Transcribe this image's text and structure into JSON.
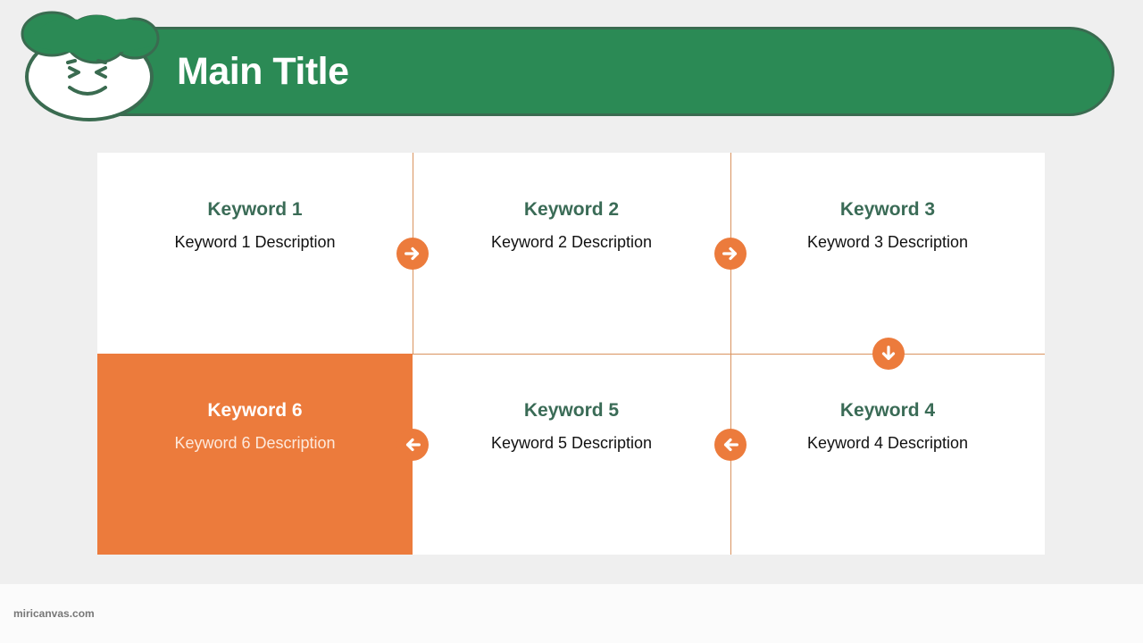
{
  "header": {
    "title": "Main Title",
    "mascot_icon": "smiling-face-mascot-icon",
    "banner_color": "#2b8a55"
  },
  "grid": {
    "cells": [
      {
        "keyword": "Keyword 1",
        "description": "Keyword 1 Description",
        "position": "top-left"
      },
      {
        "keyword": "Keyword 2",
        "description": "Keyword 2 Description",
        "position": "top-middle"
      },
      {
        "keyword": "Keyword 3",
        "description": "Keyword 3 Description",
        "position": "top-right"
      },
      {
        "keyword": "Keyword 4",
        "description": "Keyword 4 Description",
        "position": "bottom-right"
      },
      {
        "keyword": "Keyword 5",
        "description": "Keyword 5 Description",
        "position": "bottom-middle"
      },
      {
        "keyword": "Keyword 6",
        "description": "Keyword 6 Description",
        "position": "bottom-left",
        "highlighted": true
      }
    ],
    "arrows": [
      {
        "icon": "arrow-right-icon",
        "from": "Keyword 1",
        "to": "Keyword 2"
      },
      {
        "icon": "arrow-right-icon",
        "from": "Keyword 2",
        "to": "Keyword 3"
      },
      {
        "icon": "arrow-down-icon",
        "from": "Keyword 3",
        "to": "Keyword 4"
      },
      {
        "icon": "arrow-left-icon",
        "from": "Keyword 4",
        "to": "Keyword 5"
      },
      {
        "icon": "arrow-left-icon",
        "from": "Keyword 5",
        "to": "Keyword 6"
      }
    ],
    "accent_color": "#ec7b3c",
    "keyword_color": "#3a6b56"
  },
  "footer": {
    "brand": "miricanvas.com"
  }
}
